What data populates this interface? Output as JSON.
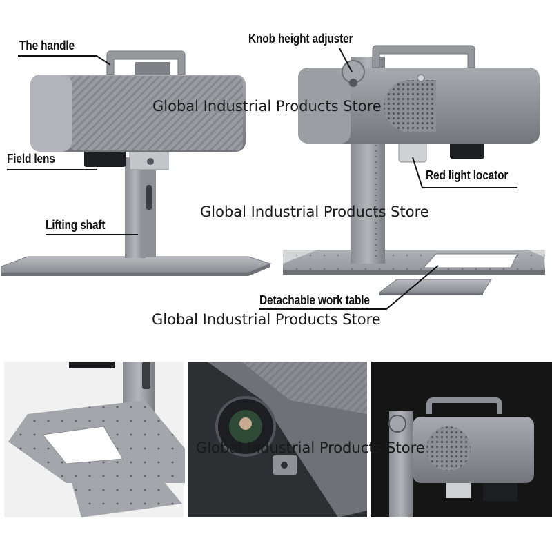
{
  "callouts": {
    "handle": "The handle",
    "knob": "Knob height adjuster",
    "field_lens": "Field lens",
    "red_light": "Red light locator",
    "lifting_shaft": "Lifting shaft",
    "work_table": "Detachable work table"
  },
  "watermarks": [
    "Global Industrial Products Store",
    "Global Industrial Products Store",
    "Global Industrial Products Store",
    "Global Industrial Products Store"
  ],
  "colors": {
    "body_metal": "#8e9096",
    "body_dark": "#6b6d73",
    "base_metal": "#a9abb0",
    "lens_black": "#1c1c1e",
    "photo_bg_dark": "#1a1a1a",
    "photo_bg_light": "#f1f1f1"
  }
}
